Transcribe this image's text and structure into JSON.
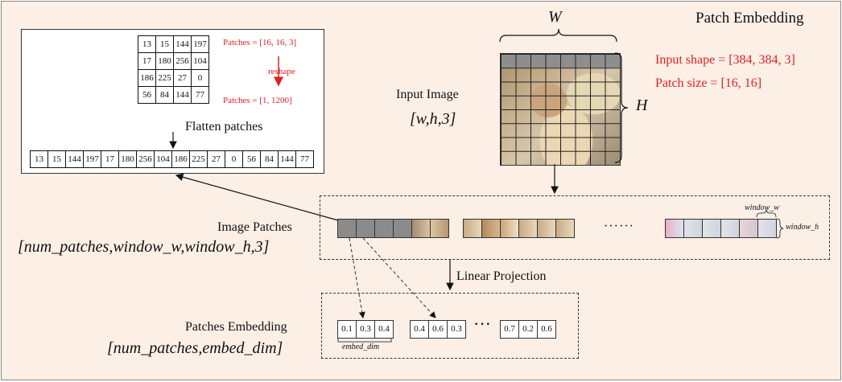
{
  "title": "Patch Embedding",
  "flatten": {
    "patch_grid": [
      [
        "13",
        "15",
        "144",
        "197"
      ],
      [
        "17",
        "180",
        "256",
        "104"
      ],
      [
        "186",
        "225",
        "27",
        "0"
      ],
      [
        "56",
        "84",
        "144",
        "77"
      ]
    ],
    "patches_before": "Patches = [16, 16, 3]",
    "reshape_label": "reshape",
    "patches_after": "Patches = [1, 1200]",
    "caption": "Flatten patches",
    "flat_row": [
      "13",
      "15",
      "144",
      "197",
      "17",
      "180",
      "256",
      "104",
      "186",
      "225",
      "27",
      "0",
      "56",
      "84",
      "144",
      "77"
    ]
  },
  "input_image": {
    "width_label": "W",
    "height_label": "H",
    "label": "Input Image",
    "shape": "[w,h,3]"
  },
  "config": {
    "input_shape": "Input shape = [384, 384, 3]",
    "patch_size": "Patch size = [16, 16]"
  },
  "image_patches": {
    "label": "Image Patches",
    "shape": "[num_patches,window_w,window_h,3]",
    "ellipsis": "······",
    "window_w": "window_w",
    "window_h": "window_h"
  },
  "projection_label": "Linear Projection",
  "embedding": {
    "label": "Patches Embedding",
    "shape": "[num_patches,embed_dim]",
    "vectors": [
      [
        "0.1",
        "0.3",
        "0.4"
      ],
      [
        "0.4",
        "0.6",
        "0.3"
      ],
      [
        "0.7",
        "0.2",
        "0.6"
      ]
    ],
    "ellipsis": "···",
    "dim_label": "embed_dim"
  },
  "colors": {
    "background": "#fbefe6",
    "accent_red": "#e02020",
    "patch_gray": "#8b8b8b"
  }
}
